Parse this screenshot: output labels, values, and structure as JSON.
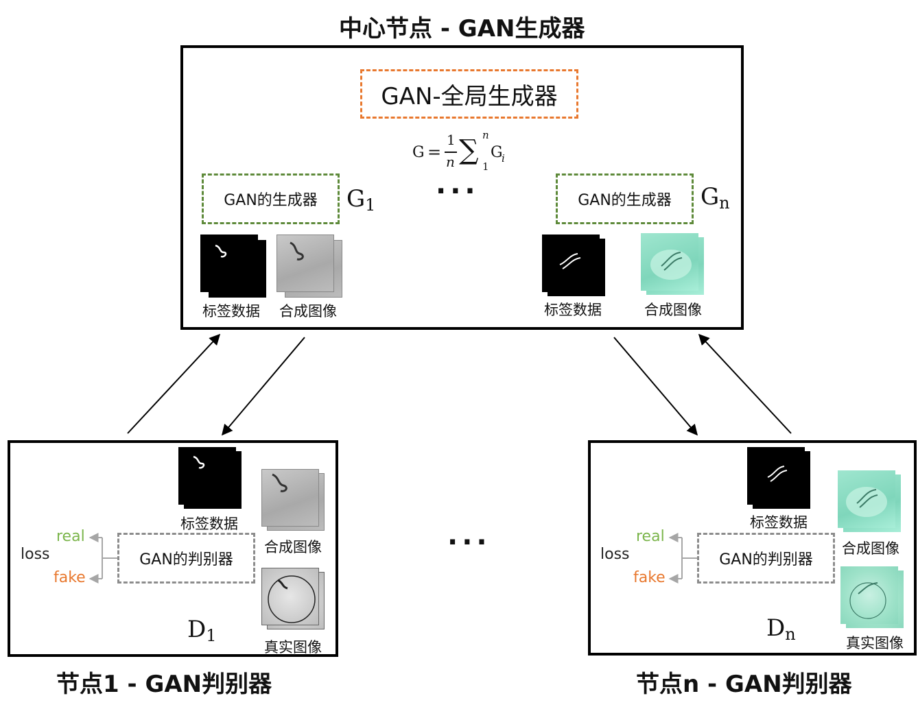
{
  "central": {
    "title": "中心节点 - GAN生成器",
    "global_generator": "GAN-全局生成器",
    "formula": {
      "lhs": "G",
      "num": "1",
      "den": "n",
      "sup": "n",
      "sub": "1",
      "term": "G",
      "term_sub": "i"
    },
    "gen_left": {
      "box": "GAN的生成器",
      "symbol": "G",
      "symbol_sub": "1",
      "label_caption": "标签数据",
      "syn_caption": "合成图像"
    },
    "gen_right": {
      "box": "GAN的生成器",
      "symbol": "G",
      "symbol_sub": "n",
      "label_caption": "标签数据",
      "syn_caption": "合成图像"
    },
    "ellipsis": "···"
  },
  "node1": {
    "title": "节点1 - GAN判别器",
    "discriminator": "GAN的判别器",
    "symbol": "D",
    "symbol_sub": "1",
    "label_caption": "标签数据",
    "syn_caption": "合成图像",
    "real_caption": "真实图像",
    "loss": "loss",
    "real": "real",
    "fake": "fake"
  },
  "noden": {
    "title": "节点n - GAN判别器",
    "discriminator": "GAN的判别器",
    "symbol": "D",
    "symbol_sub": "n",
    "label_caption": "标签数据",
    "syn_caption": "合成图像",
    "real_caption": "真实图像",
    "loss": "loss",
    "real": "real",
    "fake": "fake"
  },
  "middle_ellipsis": "···",
  "colors": {
    "orange": "#e8782e",
    "green_dash": "#5e8a3a",
    "real_green": "#7bb54b",
    "gray_dash": "#8c8c8c"
  }
}
